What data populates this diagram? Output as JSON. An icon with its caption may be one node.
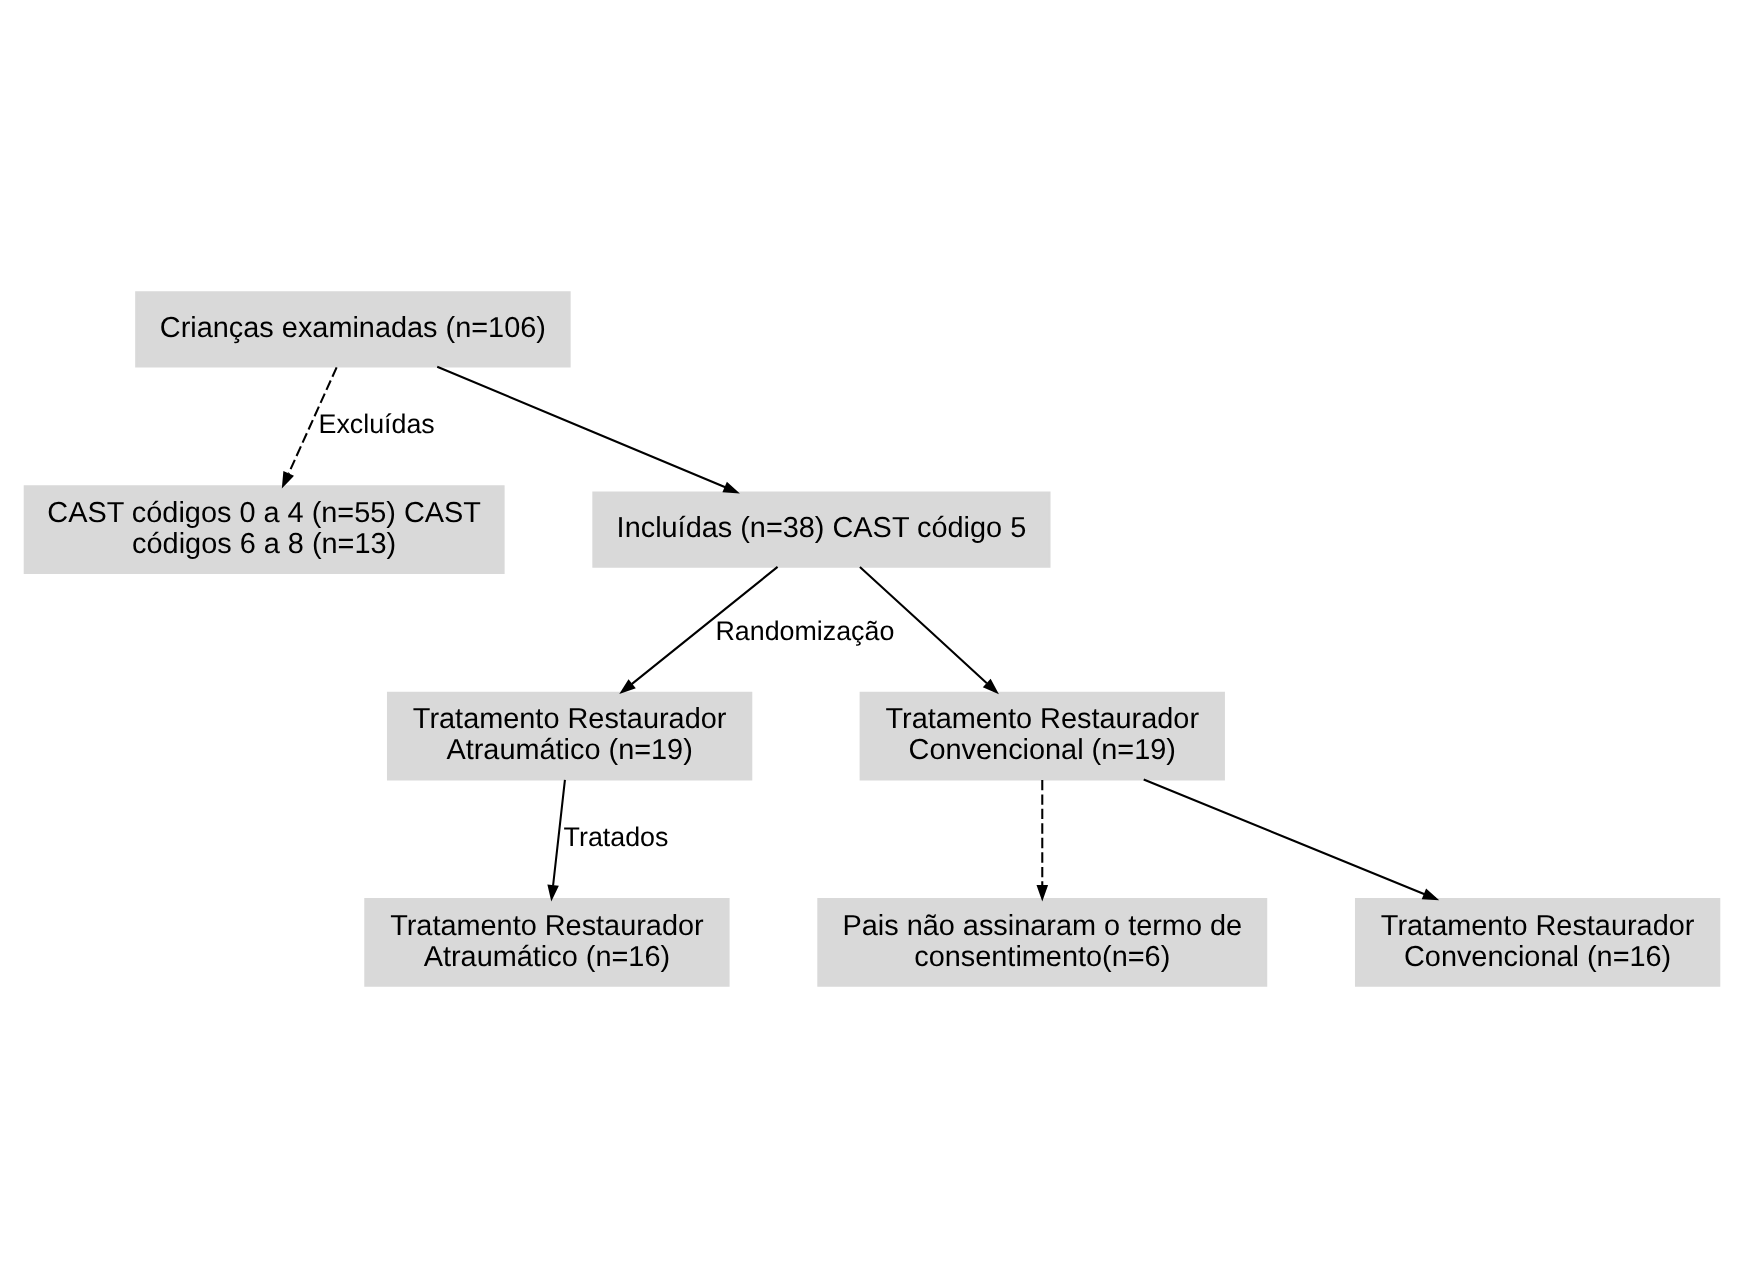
{
  "diagram": {
    "nodes": [
      {
        "text": [
          "Crianças examinadas (n=106)"
        ]
      },
      {
        "text": [
          "CAST códigos 0 a 4 (n=55) CAST códigos 6 a 8 (n=13)"
        ]
      },
      {
        "text": [
          "Incluídas (n=38) CAST código 5"
        ]
      },
      {
        "text": [
          "Tratamento Restaurador Atraumático (n=19)"
        ]
      },
      {
        "text": [
          "Tratamento Restaurador Convencional (n=19)"
        ]
      },
      {
        "text": [
          "Pais não assinaram o termo de consentimento(n=6)"
        ]
      },
      {
        "text": [
          "Tratamento Restaurador Atraumático (n=16)"
        ]
      },
      {
        "text": [
          "Tratamento Restaurador Convencional (n=16)"
        ]
      }
    ],
    "edges": [
      {
        "from": 0,
        "to": 2,
        "arrow": "to"
      },
      {
        "from": 0,
        "to": 1,
        "arrow": "to",
        "label": "Excluídas",
        "style": "dashed"
      },
      {
        "from": 2,
        "to": 3,
        "arrow": "to",
        "label": "Randomização"
      },
      {
        "from": 2,
        "to": 4,
        "arrow": "to"
      },
      {
        "from": 3,
        "to": 6,
        "arrow": "to",
        "label": "Tratados"
      },
      {
        "from": 4,
        "to": 7,
        "arrow": "to"
      },
      {
        "from": 4,
        "to": 5,
        "arrow": "to",
        "style": "dashed"
      }
    ]
  }
}
